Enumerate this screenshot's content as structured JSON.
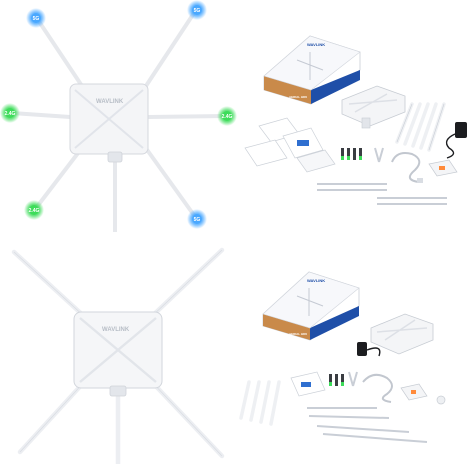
{
  "brand": {
    "logo_text": "WAVLINK",
    "box_model": "AERIAL HD6"
  },
  "antenna_badges": {
    "top_left": "5G",
    "top_right": "5G",
    "mid_left": "2.4G",
    "mid_right": "2.4G",
    "bottom_left": "2.4G",
    "bottom_right": "5G"
  },
  "colors": {
    "badge_5g": "#4aa8ff",
    "badge_24g": "#3ddc5a",
    "box_blue": "#1f4fa8",
    "box_kraft": "#c98a4a",
    "device_white": "#f4f5f7"
  }
}
